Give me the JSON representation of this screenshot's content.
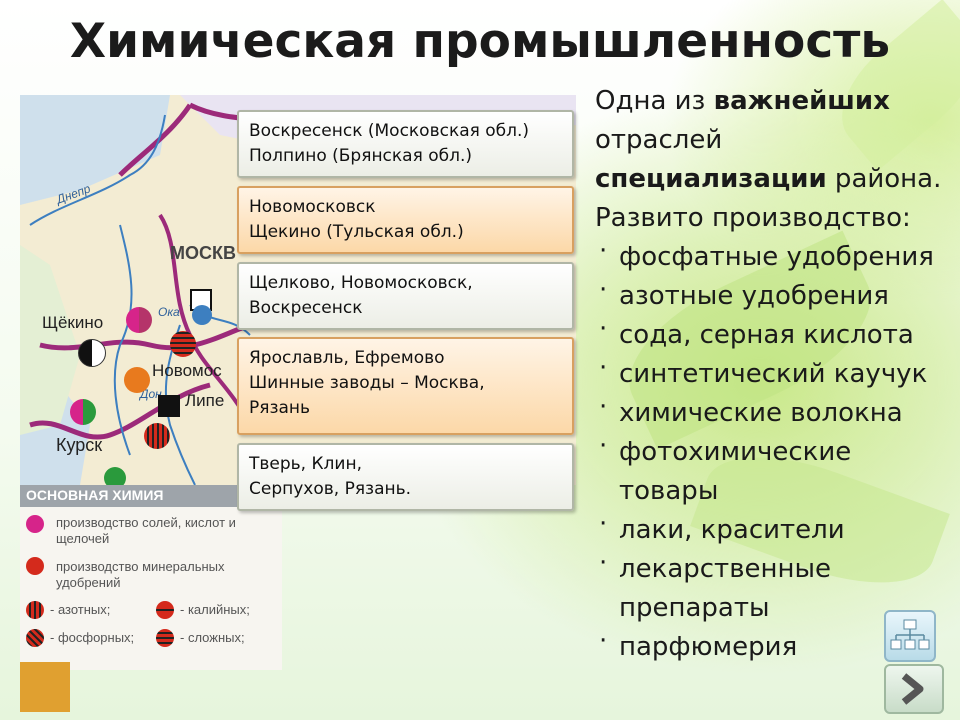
{
  "slide": {
    "title": "Химическая промышленность"
  },
  "map": {
    "labels": {
      "dnepr": "Днепр",
      "moskva": "МОСКВ",
      "shchekino": "Щёкино",
      "novomosk": "Новомос",
      "lipetsk": "Липе",
      "don": "Дон",
      "oka": "Ока",
      "kursk": "Курск"
    },
    "legend": {
      "header": "ОСНОВНАЯ ХИМИЯ",
      "salts": "производство солей, кислот и щелочей",
      "fertilizers": "производство минеральных удобрений",
      "nitrogen": "- азотных;",
      "potash": "- калийных;",
      "phosphorus": "- фосфорных;",
      "complex": "- сложных;"
    },
    "colors": {
      "salts": "#d6248a",
      "fertilizers": "#d42a1c",
      "region_border": "#9c2a7a",
      "river": "#3d7fc0"
    }
  },
  "city_boxes": [
    {
      "line1": "Воскресенск (Московская обл.)",
      "line2": "Полпино (Брянская обл.)",
      "style": "grey"
    },
    {
      "line1": "Новомосковск",
      "line2": "Щекино (Тульская обл.)",
      "style": "orange"
    },
    {
      "line1": "Щелково, Новомосковск,",
      "line2": "Воскресенск",
      "style": "grey"
    },
    {
      "line1": "Ярославль, Ефремово",
      "line2": "Шинные заводы – Москва,",
      "line3": "Рязань",
      "style": "orange"
    },
    {
      "line1": "Тверь, Клин,",
      "line2": "Серпухов, Рязань.",
      "style": "grey"
    }
  ],
  "right_text": {
    "intro_pre": "Одна из ",
    "intro_bold1": "важнейших",
    "intro_mid": " отраслей ",
    "intro_bold2": "специализации",
    "intro_post": " района.",
    "developed": "Развито производство:",
    "items": [
      "фосфатные удобрения",
      "азотные удобрения",
      "сода, серная кислота",
      "синтетический каучук",
      "химические волокна",
      "фотохимические товары",
      "лаки, красители",
      "лекарственные препараты",
      "парфюмерия"
    ]
  },
  "nav": {
    "home_icon": "sitemap-icon",
    "next_icon": "arrow-right-icon"
  }
}
